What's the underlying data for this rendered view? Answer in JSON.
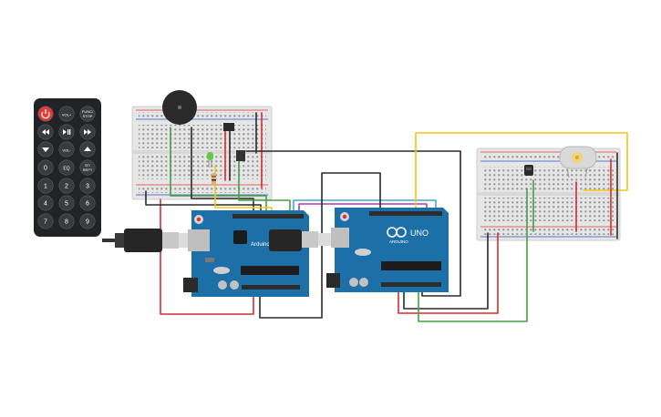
{
  "remote": {
    "buttons": [
      {
        "label": "",
        "icon": "power-icon",
        "color": "#e53935"
      },
      {
        "label": "VOL+"
      },
      {
        "label": "FUNC/\nSTOP"
      },
      {
        "label": "",
        "icon": "rewind-icon"
      },
      {
        "label": "",
        "icon": "play-pause-icon"
      },
      {
        "label": "",
        "icon": "fast-forward-icon"
      },
      {
        "label": "",
        "icon": "down-icon"
      },
      {
        "label": "VOL-"
      },
      {
        "label": "",
        "icon": "up-icon"
      },
      {
        "label": "0"
      },
      {
        "label": "EQ"
      },
      {
        "label": "ST/\nREPT"
      },
      {
        "label": "1"
      },
      {
        "label": "2"
      },
      {
        "label": "3"
      },
      {
        "label": "4"
      },
      {
        "label": "5"
      },
      {
        "label": "6"
      },
      {
        "label": "7"
      },
      {
        "label": "8"
      },
      {
        "label": "9"
      }
    ]
  },
  "board_left": {
    "brand_label": "Arduino"
  },
  "board_right": {
    "model_label": "UNO",
    "brand_label": "ARDUINO"
  },
  "colors": {
    "board": "#1d6fa8",
    "wire_red": "#d32f2f",
    "wire_black": "#2b2b2b",
    "wire_green": "#43a047",
    "wire_yellow": "#f2c614",
    "wire_magenta": "#b03ab0",
    "wire_cyan": "#3fa7d6"
  }
}
